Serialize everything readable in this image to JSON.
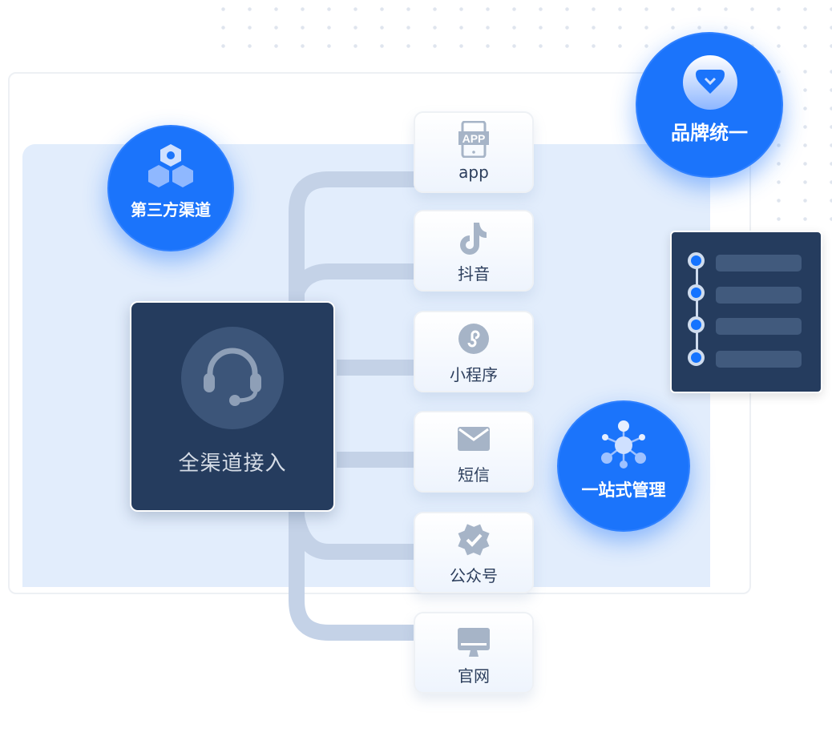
{
  "hub": {
    "title": "全渠道接入",
    "icon": "headset-icon"
  },
  "channels": [
    {
      "label": "app",
      "icon": "app-phone-icon"
    },
    {
      "label": "抖音",
      "icon": "douyin-icon"
    },
    {
      "label": "小程序",
      "icon": "mini-program-icon"
    },
    {
      "label": "短信",
      "icon": "envelope-icon"
    },
    {
      "label": "公众号",
      "icon": "verified-badge-icon"
    },
    {
      "label": "官网",
      "icon": "monitor-icon"
    }
  ],
  "app_icon_text": "APP",
  "bubbles": {
    "third_party": "第三方渠道",
    "brand": "品牌统一",
    "management": "一站式管理"
  },
  "colors": {
    "accent": "#1b74fb",
    "dark": "#253c5e",
    "line": "#c4d2e7"
  }
}
